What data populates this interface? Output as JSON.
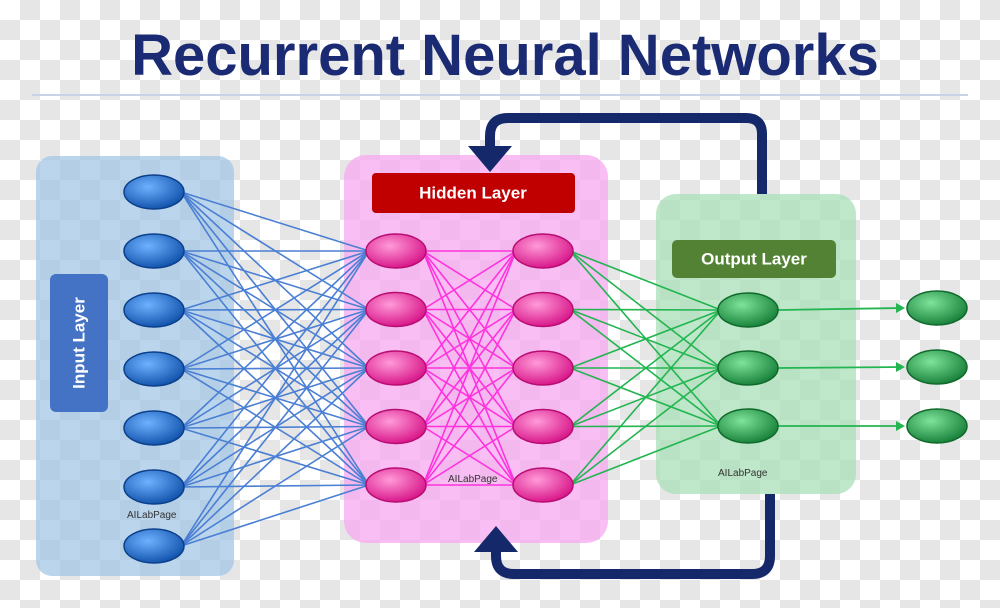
{
  "title": "Recurrent Neural Networks",
  "layers": {
    "input": {
      "label": "Input Layer",
      "count": 7,
      "panel_color": "#9ec3e6",
      "node_color": "#1565c0",
      "label_color": "#4472c4"
    },
    "hidden": {
      "label": "Hidden Layer",
      "columns": 2,
      "count": 5,
      "panel_color": "#f7a8f0",
      "node_color": "#e8199a",
      "label_color": "#c00000"
    },
    "output": {
      "label": "Output Layer",
      "count": 3,
      "panel_color": "#a9dfb8",
      "node_color": "#1e9a44",
      "label_color": "#548235"
    },
    "final": {
      "count": 3,
      "node_color": "#1e9a44"
    }
  },
  "edge_colors": {
    "input_hidden": "#4a7fd4",
    "hidden_hidden": "#ff33dd",
    "hidden_output": "#22b550",
    "output_final": "#22b550"
  },
  "loop_color": "#14286a",
  "watermarks": [
    "AILabPage",
    "AILabPage",
    "AILabPage"
  ]
}
